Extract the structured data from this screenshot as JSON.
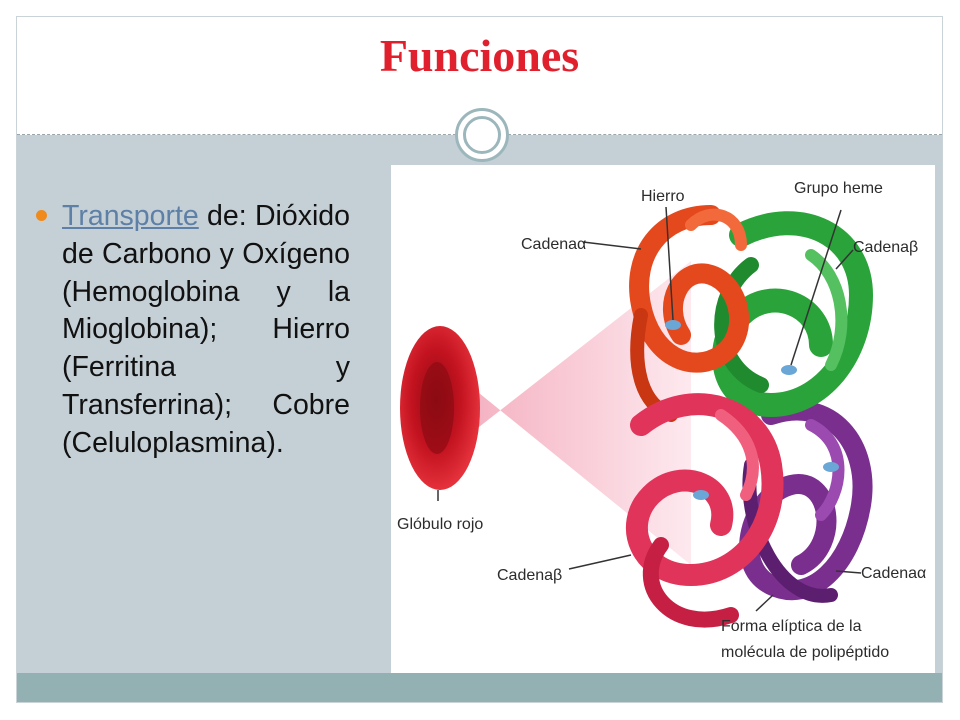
{
  "slide": {
    "title": "Funciones",
    "bullet": {
      "link_text": "Transporte",
      "body": " de: Dióxido de Carbono y Oxígeno (Hemoglobina y la Mioglobina); Hierro (Ferritina y Transferrina); Cobre (Celuloplasmina)."
    }
  },
  "illustration": {
    "labels": {
      "hierro": "Hierro",
      "grupo_heme": "Grupo heme",
      "cadena_alpha_top": "Cadenaα",
      "cadena_beta_top": "Cadenaβ",
      "globulo_rojo": "Glóbulo rojo",
      "cadena_beta_bottom": "Cadenaβ",
      "cadena_alpha_bottom": "Cadenaα",
      "forma_line1": "Forma elíptica de la",
      "forma_line2": "molécula de polipéptido"
    }
  },
  "colors": {
    "title": "#e0202d",
    "content_bg": "#c5d0d6",
    "footer_band": "#93b1b3",
    "bullet": "#f08a1c",
    "link": "#5e7fa6",
    "chain_orange": "#e4491d",
    "chain_green": "#2aa33a",
    "chain_pink": "#e0345a",
    "chain_purple": "#7a2f8f",
    "blood_cell": "#c2121f"
  }
}
